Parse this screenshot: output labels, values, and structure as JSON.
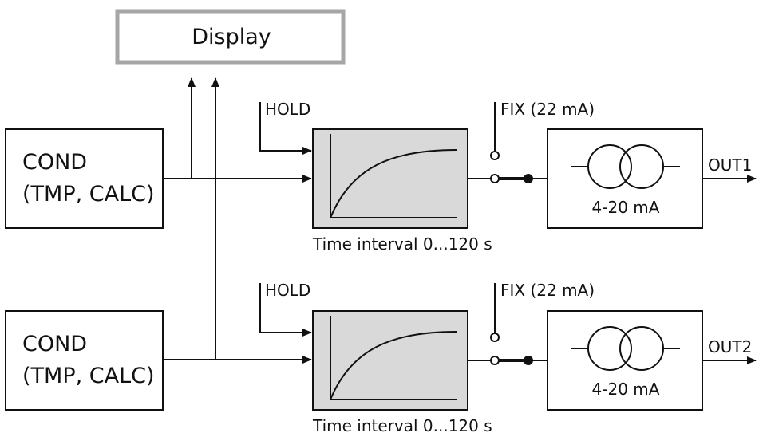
{
  "display": {
    "label": "Display"
  },
  "channels": [
    {
      "source": {
        "line1": "COND",
        "line2": "(TMP, CALC)"
      },
      "hold": "HOLD",
      "filter_caption": "Time interval 0...120 s",
      "fix": "FIX (22 mA)",
      "converter": "4-20 mA",
      "output": "OUT1"
    },
    {
      "source": {
        "line1": "COND",
        "line2": "(TMP, CALC)"
      },
      "hold": "HOLD",
      "filter_caption": "Time interval 0...120 s",
      "fix": "FIX (22 mA)",
      "converter": "4-20 mA",
      "output": "OUT2"
    }
  ],
  "colors": {
    "display_border": "#a6a6a6",
    "filter_fill": "#d9d9d9",
    "line": "#111111"
  }
}
